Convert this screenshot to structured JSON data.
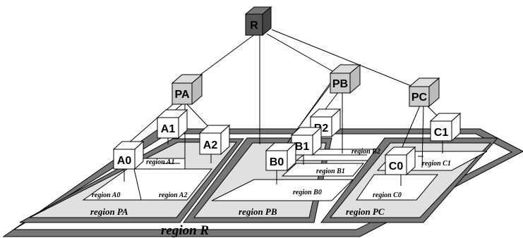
{
  "nodes": {
    "R": "R",
    "PA": "PA",
    "PB": "PB",
    "PC": "PC",
    "A0": "A0",
    "A1": "A1",
    "A2": "A2",
    "B0": "B0",
    "B1": "B1",
    "B2": "B2",
    "C0": "C0",
    "C1": "C1"
  },
  "regions": {
    "R": "region R",
    "PA": "region PA",
    "PB": "region PB",
    "PC": "region PC",
    "A0": "region A0",
    "A1": "region A1",
    "A2": "region A2",
    "B0": "region B0",
    "B1": "region B1",
    "B2": "region B2",
    "C0": "region C0",
    "C1": "region C1"
  },
  "colors": {
    "root_cube": "#555555",
    "level1_cube": "#cccccc",
    "leaf_cube": "#ffffff",
    "region_R_band": "#777777",
    "region_P_fill": "#e0e0e0"
  }
}
